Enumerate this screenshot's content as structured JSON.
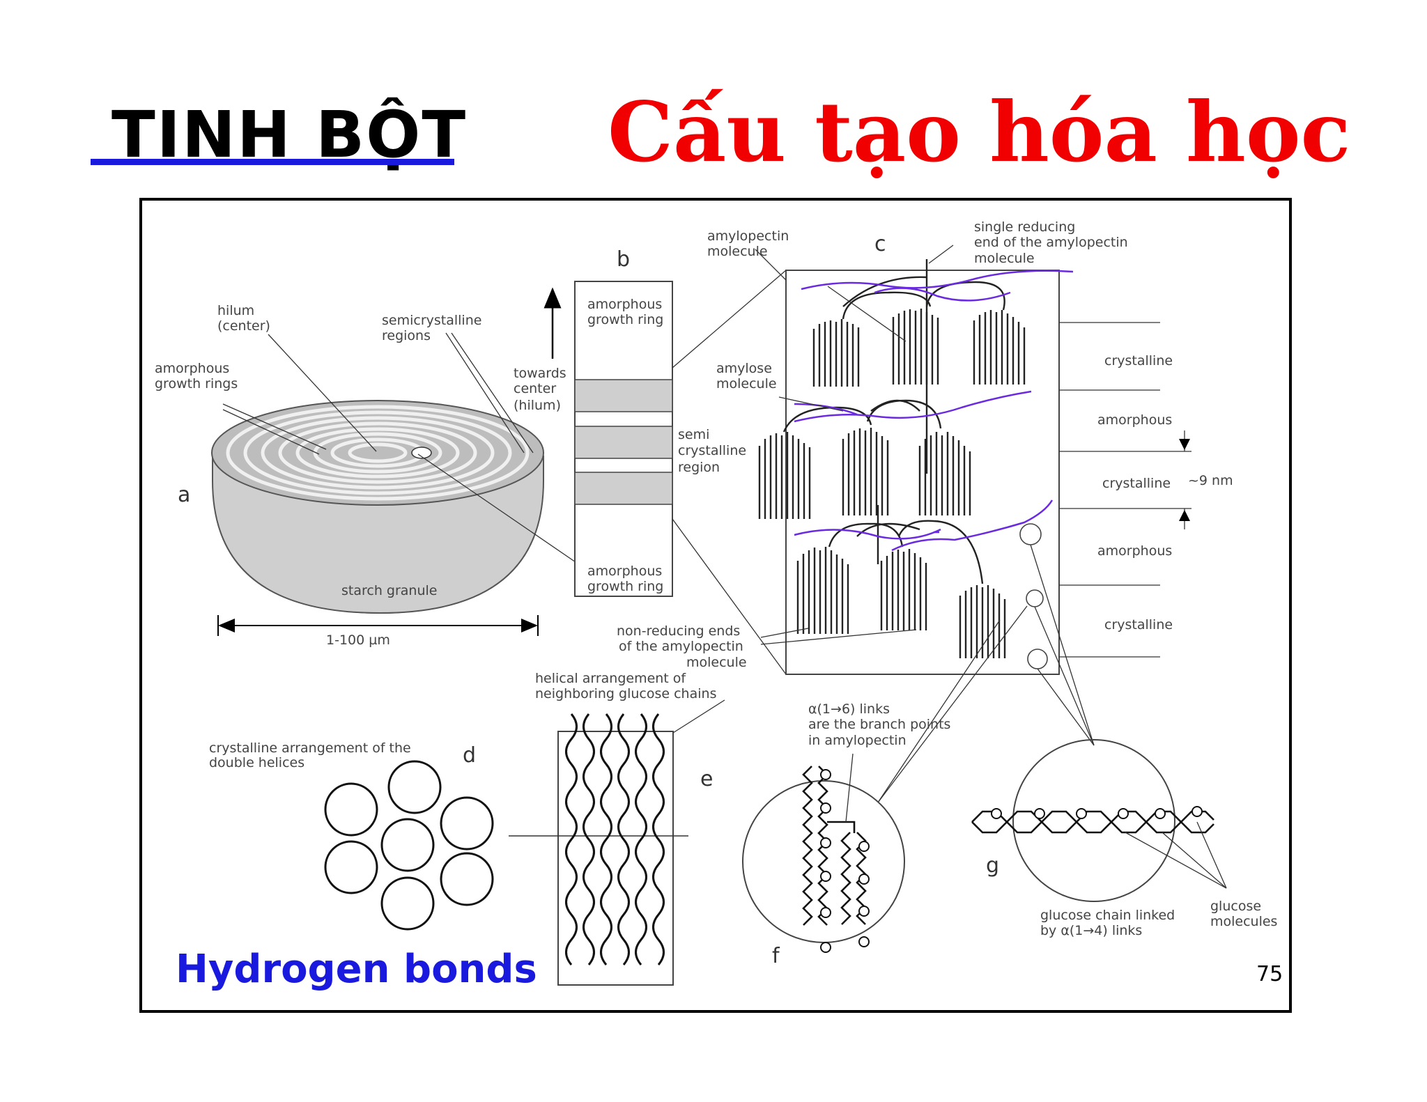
{
  "slide": {
    "title_left": "TINH BỘT",
    "title_right": "Cấu tạo hóa học",
    "page_number": "75",
    "footer_label": "Hydrogen bonds"
  },
  "diagram": {
    "panel_letters": {
      "a": "a",
      "b": "b",
      "c": "c",
      "d": "d",
      "e": "e",
      "f": "f",
      "g": "g"
    },
    "a": {
      "hilum": [
        "hilum",
        "(center)"
      ],
      "amorphous_rings": [
        "amorphous",
        "growth rings"
      ],
      "semicrystalline": [
        "semicrystalline",
        "regions"
      ],
      "granule": "starch granule",
      "size": "1-100 µm"
    },
    "b": {
      "top_ring": [
        "amorphous",
        "growth ring"
      ],
      "bottom_ring": [
        "amorphous",
        "growth ring"
      ],
      "towards": [
        "towards",
        "center",
        "(hilum)"
      ],
      "semi": [
        "semi",
        "crystalline",
        "region"
      ]
    },
    "c": {
      "amylopectin": [
        "amylopectin",
        "molecule"
      ],
      "single_reducing": [
        "single reducing",
        "end of the amylopectin",
        "molecule"
      ],
      "amylose": [
        "amylose",
        "molecule"
      ],
      "non_reducing": [
        "non-reducing ends",
        "of the amylopectin",
        "molecule"
      ],
      "layers": [
        "crystalline",
        "amorphous",
        "crystalline",
        "amorphous",
        "crystalline"
      ],
      "nm": "~9 nm"
    },
    "d": {
      "caption": [
        "crystalline arrangement of the",
        "double helices"
      ]
    },
    "e": {
      "caption": [
        "helical arrangement of",
        "neighboring glucose chains"
      ]
    },
    "f": {
      "caption": [
        "α(1→6) links",
        "are the branch points",
        "in amylopectin"
      ]
    },
    "g": {
      "chain": [
        "glucose chain linked",
        "by α(1→4) links"
      ],
      "molecules": [
        "glucose",
        "molecules"
      ]
    }
  },
  "colors": {
    "title_red": "#f00000",
    "underline_blue": "#1a1adf",
    "footer_blue": "#1a1adf",
    "amylose_purple": "#6a2adf"
  }
}
